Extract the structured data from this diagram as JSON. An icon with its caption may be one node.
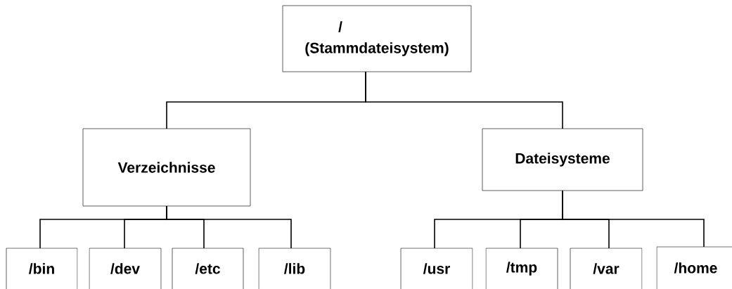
{
  "diagram": {
    "nodes": [
      {
        "text": [
          "/",
          "(Stammdateisystem)"
        ]
      },
      {
        "text": [
          "Verzeichnisse"
        ]
      },
      {
        "text": [
          "Dateisysteme"
        ]
      },
      {
        "text": [
          "/bin"
        ]
      },
      {
        "text": [
          "/dev"
        ]
      },
      {
        "text": [
          "/etc"
        ]
      },
      {
        "text": [
          "/lib"
        ]
      },
      {
        "text": [
          "/usr"
        ]
      },
      {
        "text": [
          "/tmp"
        ]
      },
      {
        "text": [
          "/var"
        ]
      },
      {
        "text": [
          "/home"
        ]
      }
    ],
    "edges": [
      {
        "from": 0,
        "to": 1,
        "arrow": "none"
      },
      {
        "from": 0,
        "to": 2,
        "arrow": "none"
      },
      {
        "from": 1,
        "to": 3,
        "arrow": "none"
      },
      {
        "from": 1,
        "to": 4,
        "arrow": "none"
      },
      {
        "from": 1,
        "to": 5,
        "arrow": "none"
      },
      {
        "from": 1,
        "to": 6,
        "arrow": "none"
      },
      {
        "from": 2,
        "to": 7,
        "arrow": "none"
      },
      {
        "from": 2,
        "to": 8,
        "arrow": "none"
      },
      {
        "from": 2,
        "to": 9,
        "arrow": "none"
      },
      {
        "from": 2,
        "to": 10,
        "arrow": "none"
      }
    ]
  }
}
